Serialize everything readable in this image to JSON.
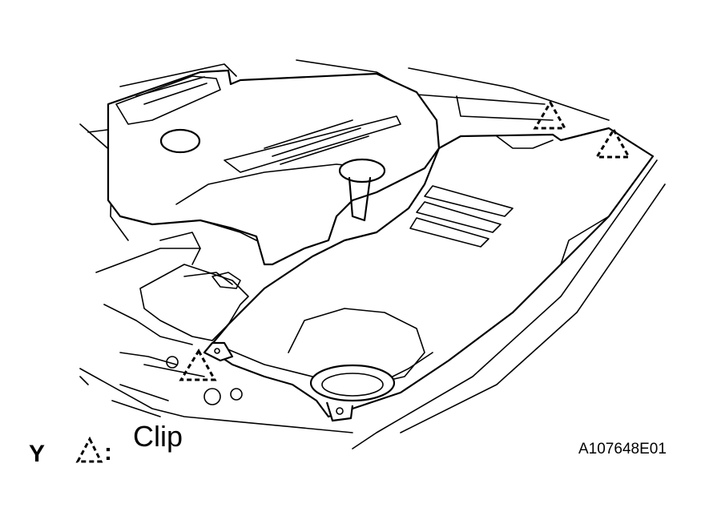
{
  "legend": {
    "marker_letter": "Y",
    "symbol_icon": "dashed-triangle-icon",
    "colon": ":",
    "label": "Clip"
  },
  "figure_id": "A107648E01"
}
